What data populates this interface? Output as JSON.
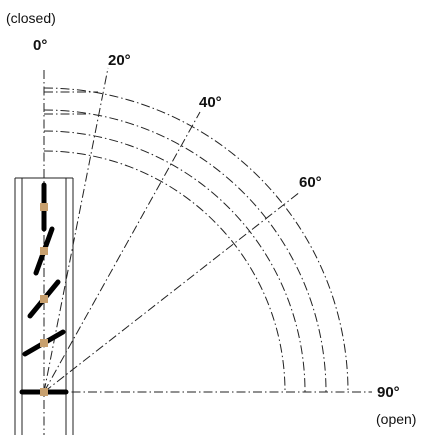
{
  "labels": {
    "closed": "(closed)",
    "open": "(open)",
    "angle_0": "0°",
    "angle_20": "20°",
    "angle_40": "40°",
    "angle_60": "60°",
    "angle_90": "90°"
  },
  "louver_angles_deg": [
    0,
    20,
    40,
    60,
    90
  ],
  "colors": {
    "line": "#222222",
    "blade": "#000000",
    "pivot": "#c8a06e"
  }
}
